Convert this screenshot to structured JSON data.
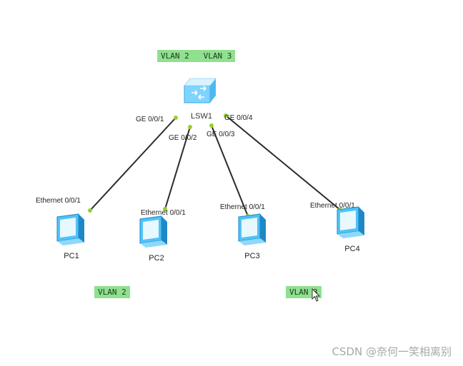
{
  "colors": {
    "link": "#2b2b2b",
    "port_dot": "#9acd32",
    "vlan_bg": "#8fe08f",
    "device": "#4fc3f7",
    "device_dark": "#1e88c7",
    "text": "#222222"
  },
  "switch": {
    "name": "LSW1",
    "icon": "switch-icon"
  },
  "top_vlan": "VLAN 2   VLAN 3",
  "links": [
    {
      "switch_port": "GE 0/0/1",
      "pc_port": "Ethernet 0/0/1",
      "pc": "PC1"
    },
    {
      "switch_port": "GE 0/0/2",
      "pc_port": "Ethernet 0/0/1",
      "pc": "PC2"
    },
    {
      "switch_port": "GE 0/0/3",
      "pc_port": "Ethernet 0/0/1",
      "pc": "PC3"
    },
    {
      "switch_port": "GE 0/0/4",
      "pc_port": "Ethernet 0/0/1",
      "pc": "PC4"
    }
  ],
  "pc_icon": "pc-icon",
  "bottom_vlans": [
    "VLAN 2",
    "VLAN 3"
  ],
  "watermark": "CSDN @奈何一笑相离别"
}
